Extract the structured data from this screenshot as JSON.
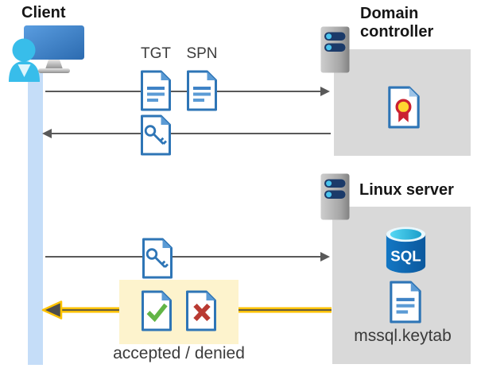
{
  "client": {
    "label": "Client"
  },
  "domain_controller": {
    "label": "Domain controller"
  },
  "linux_server": {
    "label": "Linux server"
  },
  "tickets": {
    "tgt": "TGT",
    "spn": "SPN"
  },
  "sql": {
    "label": "SQL"
  },
  "keytab": {
    "label": "mssql.keytab"
  },
  "result": {
    "label": "accepted / denied"
  },
  "icons": {
    "client": "monitor-user-icon",
    "domain_controller": "server-icon",
    "linux_server": "server-icon",
    "tgt": "document-icon",
    "spn": "document-icon",
    "service_ticket": "key-document-icon",
    "certificate": "certificate-document-icon",
    "database": "sql-database-icon",
    "keytab_file": "document-icon",
    "accepted": "check-document-icon",
    "denied": "x-document-icon"
  },
  "colors": {
    "doc_border": "#2e75b6",
    "doc_lines": "#5b9bd5",
    "panel_gray": "#d9d9d9",
    "lifeline_blue": "#c5ddf8",
    "arrow_gray": "#595959",
    "highlight_cream": "#fdf3cd",
    "accent_gold": "#fec200",
    "check_green": "#62b546",
    "deny_red": "#b93a32",
    "sql_blue": "#0d62ab",
    "person_cyan": "#38bdea",
    "server_pill_navy": "#1b3a69",
    "text_dark": "#3c3c3c"
  }
}
